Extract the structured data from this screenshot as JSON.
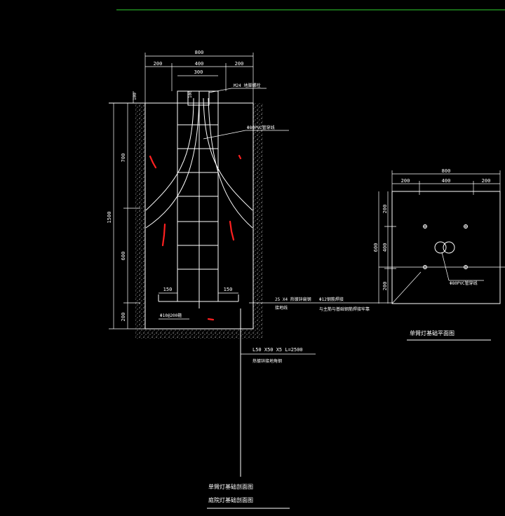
{
  "colors": {
    "background": "#000000",
    "line": "#ffffff",
    "top_rule": "#2fd12f",
    "marks": "#ff2020"
  },
  "foundation_section": {
    "dims_top": {
      "total": "800",
      "left": "200",
      "mid": "400",
      "right": "200",
      "inner": "300",
      "post": "100"
    },
    "dims_left": {
      "top": "100",
      "total": "1500",
      "upper": "700",
      "middle": "600",
      "lower": "200"
    },
    "dims_bottom": {
      "left": "150",
      "right": "150"
    },
    "labels": {
      "top_note": "M24 地脚螺栓",
      "pvc_note": "Φ80PVC管穿线",
      "bolt_note": "25 X4 热镀锌扁钢",
      "grounding": "接地线",
      "rebar_a": "Φ10@200箍",
      "rebar_b": "Φ12钢筋焊接",
      "rebar_c": "与主筋与基础钢筋焊接牢靠",
      "angle_steel": "L50 X50 X5   L=2500",
      "angle_note": "热镀锌接地角钢"
    },
    "titles": [
      "单臂灯基础剖面图",
      "庭院灯基础剖面图"
    ]
  },
  "plan_view": {
    "dims_top": {
      "total": "800",
      "left": "200",
      "mid": "400",
      "right": "200"
    },
    "dims_left": {
      "total": "600",
      "top": "200",
      "mid": "400",
      "bottom": "200"
    },
    "pvc_note": "Φ80PVC管穿线",
    "title": "单臂灯基础平面图"
  }
}
